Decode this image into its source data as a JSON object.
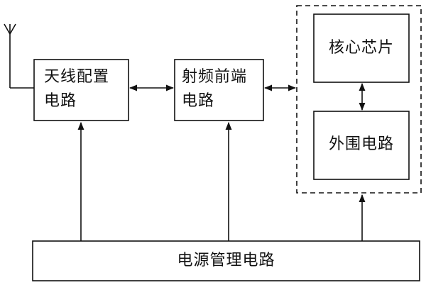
{
  "diagram": {
    "blocks": {
      "antenna_config": {
        "line1": "天线配置",
        "line2": "电路"
      },
      "rf_frontend": {
        "line1": "射频前端",
        "line2": "电路"
      },
      "core_chip": {
        "label": "核心芯片"
      },
      "peripheral": {
        "label": "外围电路"
      },
      "power_mgmt": {
        "label": "电源管理电路"
      }
    },
    "connections": [
      {
        "from": "antenna",
        "to": "antenna_config",
        "style": "line"
      },
      {
        "from": "antenna_config",
        "to": "rf_frontend",
        "style": "bidirectional"
      },
      {
        "from": "rf_frontend",
        "to": "chip_module",
        "style": "bidirectional"
      },
      {
        "from": "core_chip",
        "to": "peripheral",
        "style": "bidirectional"
      },
      {
        "from": "power_mgmt",
        "to": "antenna_config",
        "style": "arrow"
      },
      {
        "from": "power_mgmt",
        "to": "rf_frontend",
        "style": "arrow"
      },
      {
        "from": "power_mgmt",
        "to": "chip_module",
        "style": "arrow"
      }
    ],
    "colors": {
      "stroke": "#111111",
      "background": "#ffffff"
    }
  }
}
